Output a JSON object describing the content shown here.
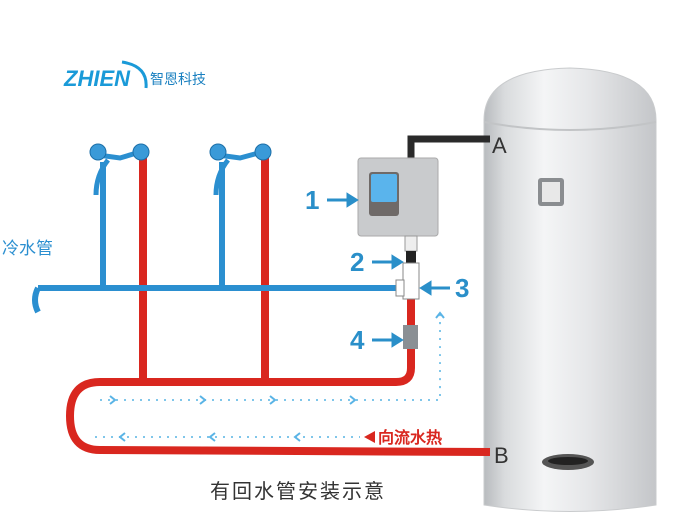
{
  "logo": {
    "brand": "ZHIEN",
    "name": "智恩科技"
  },
  "labels": {
    "cold_pipe": "冷水管",
    "hot_flow": "向流水热",
    "caption": "有回水管安装示意",
    "port_a": "A",
    "port_b": "B",
    "callouts": [
      "1",
      "2",
      "3",
      "4"
    ]
  },
  "colors": {
    "cold": "#2b8fd0",
    "hot": "#d9271f",
    "brand": "#1a9ad8",
    "callout": "#2a8fc9"
  }
}
